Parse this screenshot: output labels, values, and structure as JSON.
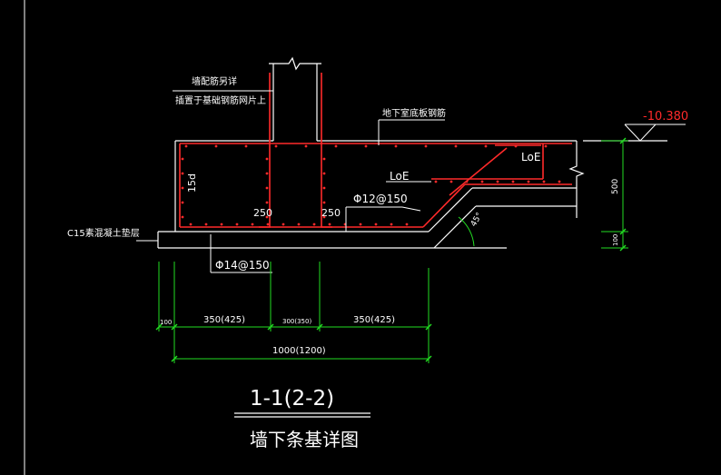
{
  "drawing": {
    "wall_rebar_note_line1": "墙配筋另详",
    "wall_rebar_note_line2": "插置于基础钢筋网片上",
    "basement_floor_rebar": "地下室底板钢筋",
    "level_mark": "-10.380",
    "loe_upper": "LoE",
    "loe_lower": "LoE",
    "hook_length": "15d",
    "anchor_left": "250",
    "anchor_right": "250",
    "upper_rebar": "Φ12@150",
    "bottom_rebar": "Φ14@150",
    "bedding_note": "C15素混凝土垫层",
    "angle": "45°",
    "dims": {
      "h500": "500",
      "h100": "100",
      "d100": "100",
      "d350_left": "350(425)",
      "d300": "300(350)",
      "d350_right": "350(425)",
      "total": "1000(1200)"
    },
    "title_number": "1-1(2-2)",
    "title_name": "墙下条基详图"
  },
  "colors": {
    "background": "#000000",
    "outline": "#ffffff",
    "rebar": "#ff2a2a",
    "dimension": "#22dd22"
  }
}
